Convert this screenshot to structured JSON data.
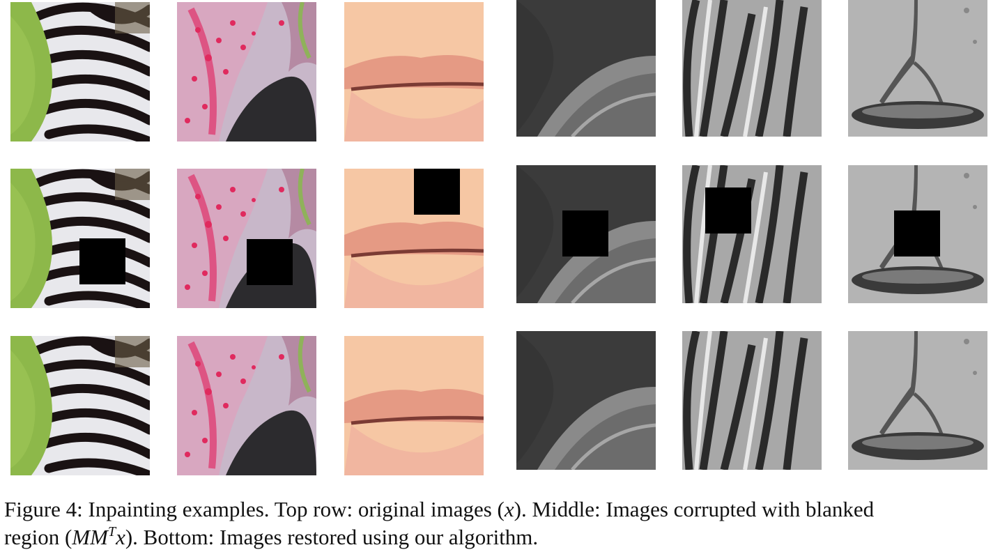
{
  "figure": {
    "caption": {
      "part1": "Figure 4: Inpainting examples. Top row: original images (",
      "x1": "x",
      "part2": "). Middle: Images corrupted with blanked",
      "part3": "region (",
      "mm": "MM",
      "sup": "T",
      "x2": "x",
      "part4": "). Bottom: Images restored using our algorithm."
    },
    "rows": [
      "original",
      "corrupted",
      "restored"
    ],
    "columns": [
      {
        "subject": "zebra-stripes",
        "mode": "color"
      },
      {
        "subject": "lily-petal",
        "mode": "color"
      },
      {
        "subject": "lips",
        "mode": "color"
      },
      {
        "subject": "curved-edge",
        "mode": "grayscale"
      },
      {
        "subject": "tiger-stripes",
        "mode": "grayscale"
      },
      {
        "subject": "water-splash",
        "mode": "grayscale"
      }
    ]
  }
}
